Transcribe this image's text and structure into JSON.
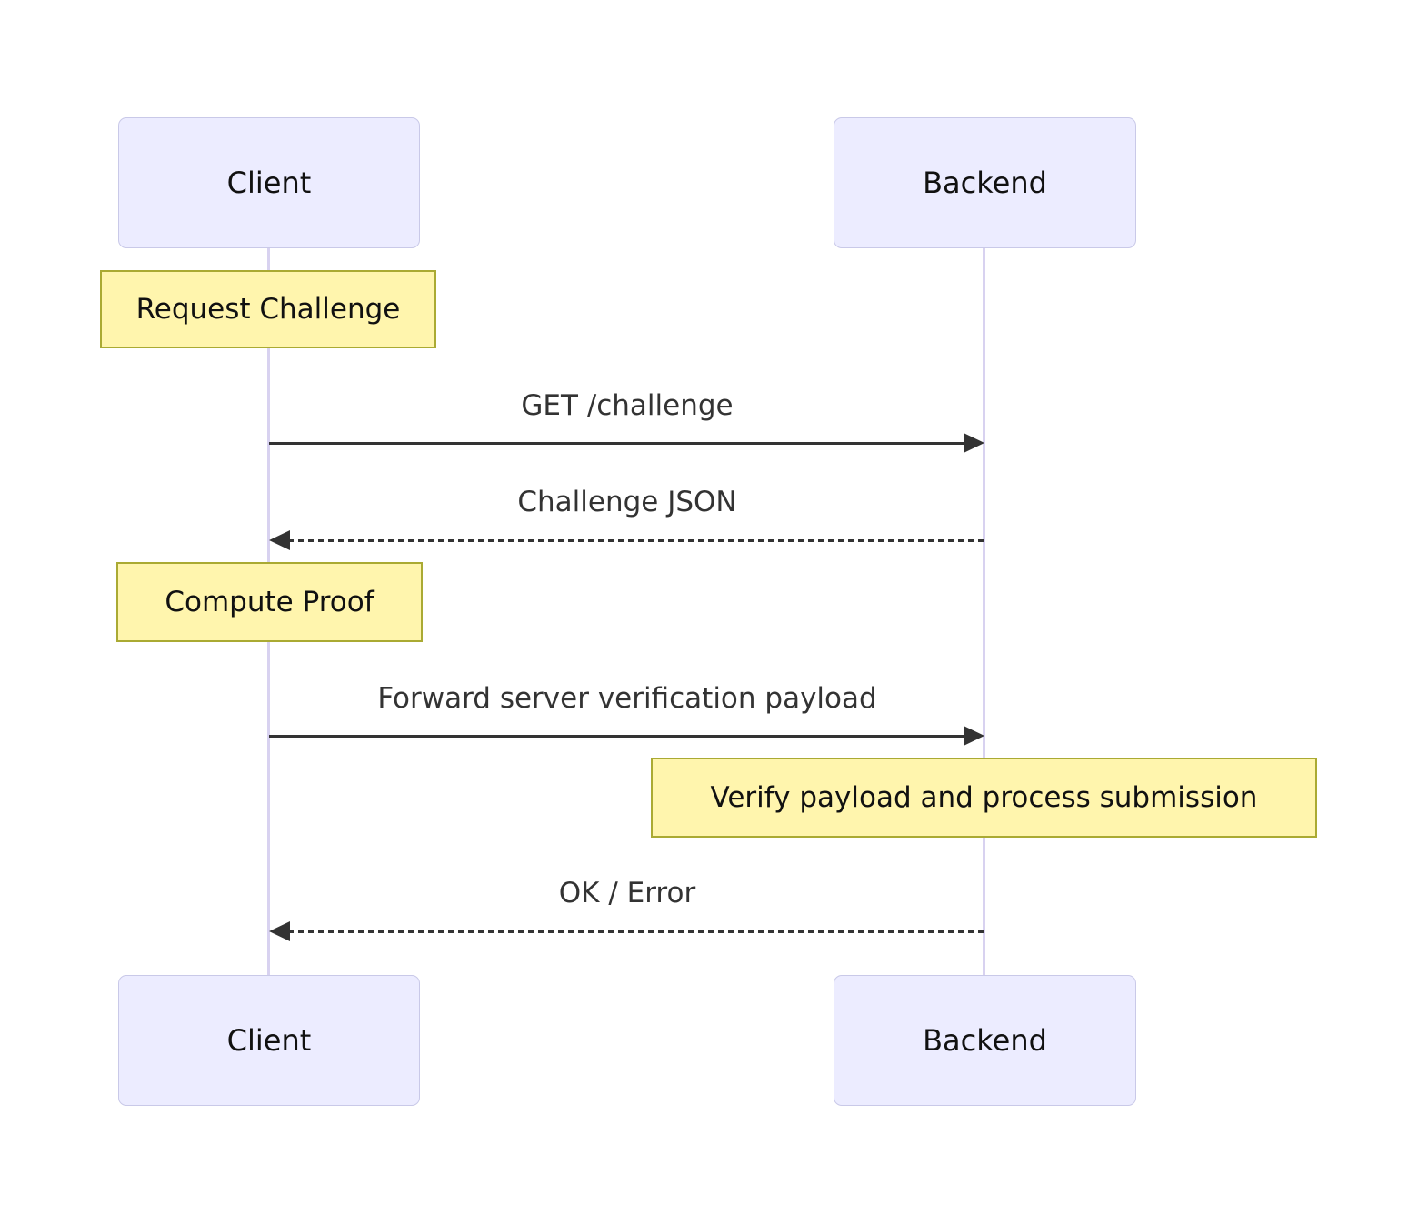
{
  "diagram": {
    "type": "sequence",
    "actors": {
      "client": "Client",
      "backend": "Backend"
    },
    "notes": [
      {
        "id": "request_challenge",
        "text": "Request Challenge",
        "over": "client"
      },
      {
        "id": "compute_proof",
        "text": "Compute Proof",
        "over": "client"
      },
      {
        "id": "verify_payload",
        "text": "Verify payload and process submission",
        "over": "backend"
      }
    ],
    "messages": [
      {
        "id": "get_challenge",
        "text": "GET /challenge",
        "from": "client",
        "to": "backend",
        "line": "solid"
      },
      {
        "id": "challenge_json",
        "text": "Challenge JSON",
        "from": "backend",
        "to": "client",
        "line": "dashed"
      },
      {
        "id": "forward_payload",
        "text": "Forward server verification payload",
        "from": "client",
        "to": "backend",
        "line": "solid"
      },
      {
        "id": "ok_error",
        "text": "OK / Error",
        "from": "backend",
        "to": "client",
        "line": "dashed"
      }
    ],
    "colors": {
      "actor_fill": "#ececff",
      "actor_border": "#c9c9e8",
      "note_fill": "#fff5ad",
      "note_border": "#aaaa33",
      "lifeline": "#d8d2f0",
      "arrow": "#333333",
      "message_text": "#333333",
      "actor_text": "#111111",
      "background": "#ffffff"
    }
  }
}
